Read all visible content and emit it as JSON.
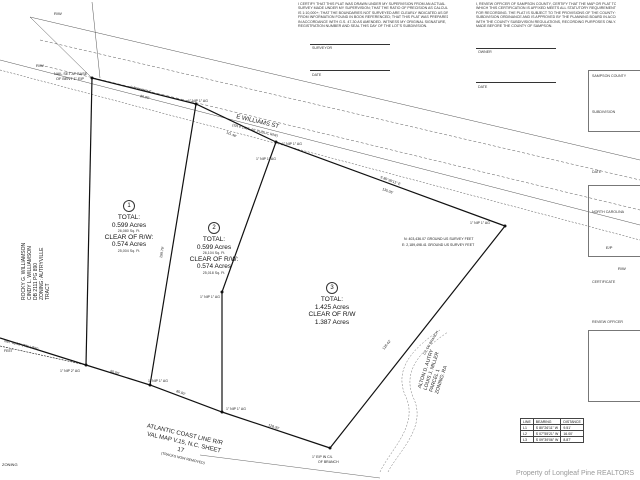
{
  "road_label": "E WILLIAMS ST",
  "road_sub": "(SR # 1506, 60' PUBLIC R/W)",
  "rr_label_1": "ATLANTIC COAST LINE R/R",
  "rr_label_2": "VAL MAP V.15, N.C. SHEET",
  "rr_label_3": "17",
  "rr_label_4": "(TRACKS NOW REMOVED)",
  "rw": "R/W",
  "ep": "E/P",
  "nail_label_1": "NAIL SET AT BASE",
  "nail_label_2": "OF BENT 1\" EIP",
  "top_bearing_1": "S 80°24'58\" E",
  "top_bearing_2": "S 80°26'11\" E",
  "distance_1": "80.00'",
  "distance_2": "111.48'",
  "distance_3": "135.05'",
  "distance_4": "80.00'",
  "distance_5": "80.00'",
  "distance_6": "128.30'",
  "distance_7": "299.79'",
  "distance_8": "128.42'",
  "iron_labels": [
    "1\" NIP 1\" AG",
    "1\" NIP 1\" AG",
    "1\" NIP 1\" AG",
    "1\" NIP 1\" AG",
    "1\" NIP 1\" AG",
    "1\" NIP 2\" AG",
    "1\" NIP 1\" AG",
    "1\" NIP 1\" AG"
  ],
  "eip_label_1": "1\" EIP IN C/L",
  "eip_label_2": "OF BRANCH",
  "tie_line": "N67°08'00\" (TIE LINE)",
  "tie_dist": "FEET",
  "williamson_1": "ROCKY G. WILLIAMSON",
  "williamson_2": "CINDY L. WILLIAMSON",
  "williamson_3": "DB 2111 PG 890",
  "williamson_4": "ZONING: AUTRYVILLE",
  "williamson_5": "TRACT",
  "autry_1": "ALTON D. AUTRY",
  "autry_2": "LOUIS J. MILLER",
  "autry_3": "PARCEL 1",
  "autry_4": "ZONING: RA",
  "branch": "C/L OF BRANCH",
  "grid_1": "N: 403,436.07 GROUND US SURVEY FEET",
  "grid_2": "E: 2,189,498.41 GROUND US SURVEY FEET",
  "tracts": [
    {
      "num": "1",
      "total": "TOTAL:",
      "acres": "0.599 Acres",
      "sqft": "26,080 Sq. Ft.",
      "clear": "CLEAR OF R/W:",
      "clear_acres": "0.574 Acres",
      "clear_sqft": "25,004 Sq. Ft."
    },
    {
      "num": "2",
      "total": "TOTAL:",
      "acres": "0.599 Acres",
      "sqft": "26,104 Sq. Ft.",
      "clear": "CLEAR OF R/W:",
      "clear_acres": "0.574 Acres",
      "clear_sqft": "25,018 Sq. Ft."
    },
    {
      "num": "3",
      "total": "TOTAL:",
      "acres": "1.425 Acres",
      "clear": "CLEAR OF R/W",
      "clear_acres": "1.387 Acres"
    }
  ],
  "cert_left": [
    "I CERTIFY THAT THIS PLAT WAS DRAWN UNDER MY SUPERVISION FROM AN ACTUAL",
    "SURVEY MADE UNDER MY SUPERVISION; THAT THE RATIO OF PRECISION AS CALCULATED",
    "IS 1:10,000+; THAT THE BOUNDARIES NOT SURVEYED ARE CLEARLY INDICATED AS DRAWN",
    "FROM INFORMATION FOUND IN BOOK REFERENCED; THAT THIS PLAT WAS PREPARED",
    "IN ACCORDANCE WITH G.S. 47-30 AS AMENDED. WITNESS MY ORIGINAL SIGNATURE,",
    "REGISTRATION NUMBER AND SEAL THIS DAY OF THE LOT'S SUBDIVISION."
  ],
  "cert_right": [
    "I, REVIEW OFFICER OF SAMPSON COUNTY, CERTIFY THAT THE MAP OR PLAT TO",
    "WHICH THIS CERTIFICATION IS AFFIXED MEETS ALL STATUTORY REQUIREMENTS",
    "FOR RECORDING. THE PLAT IS SUBJECT TO THE PROVISIONS OF THE COUNTY OF SAMPSON",
    "SUBDIVISION ORDINANCE AND IS APPROVED BY THE PLANNING BOARD IN ACCORDANCE",
    "WITH THE COUNTY SUBDIVISION REGULATIONS, RECORDING PURPOSES ONLY.",
    "MADE BEFORE THE COUNTY OF SAMPSON."
  ],
  "sig_surveyor": "SURVEYOR",
  "sig_date": "DATE",
  "sig_owner": "OWNER",
  "sig_date2": "DATE",
  "right_titles": [
    "SAMPSON COUNTY",
    "SUBDIVISION",
    "DATE",
    "NORTH CAROLINA",
    "CERTIFICATE",
    "REVIEW OFFICER"
  ],
  "line_table": {
    "headers": [
      "LINE",
      "BEARING",
      "DISTANCE"
    ],
    "rows": [
      [
        "L1",
        "S 80°26'11\" W",
        "9.51'"
      ],
      [
        "L2",
        "S 07°55'21\" W",
        "16.00'"
      ],
      [
        "L3",
        "S 09°39'06\" W",
        "8.87'"
      ]
    ]
  },
  "watermark": "Property of Longleaf Pine REALTORS",
  "left_label": "ZONING"
}
